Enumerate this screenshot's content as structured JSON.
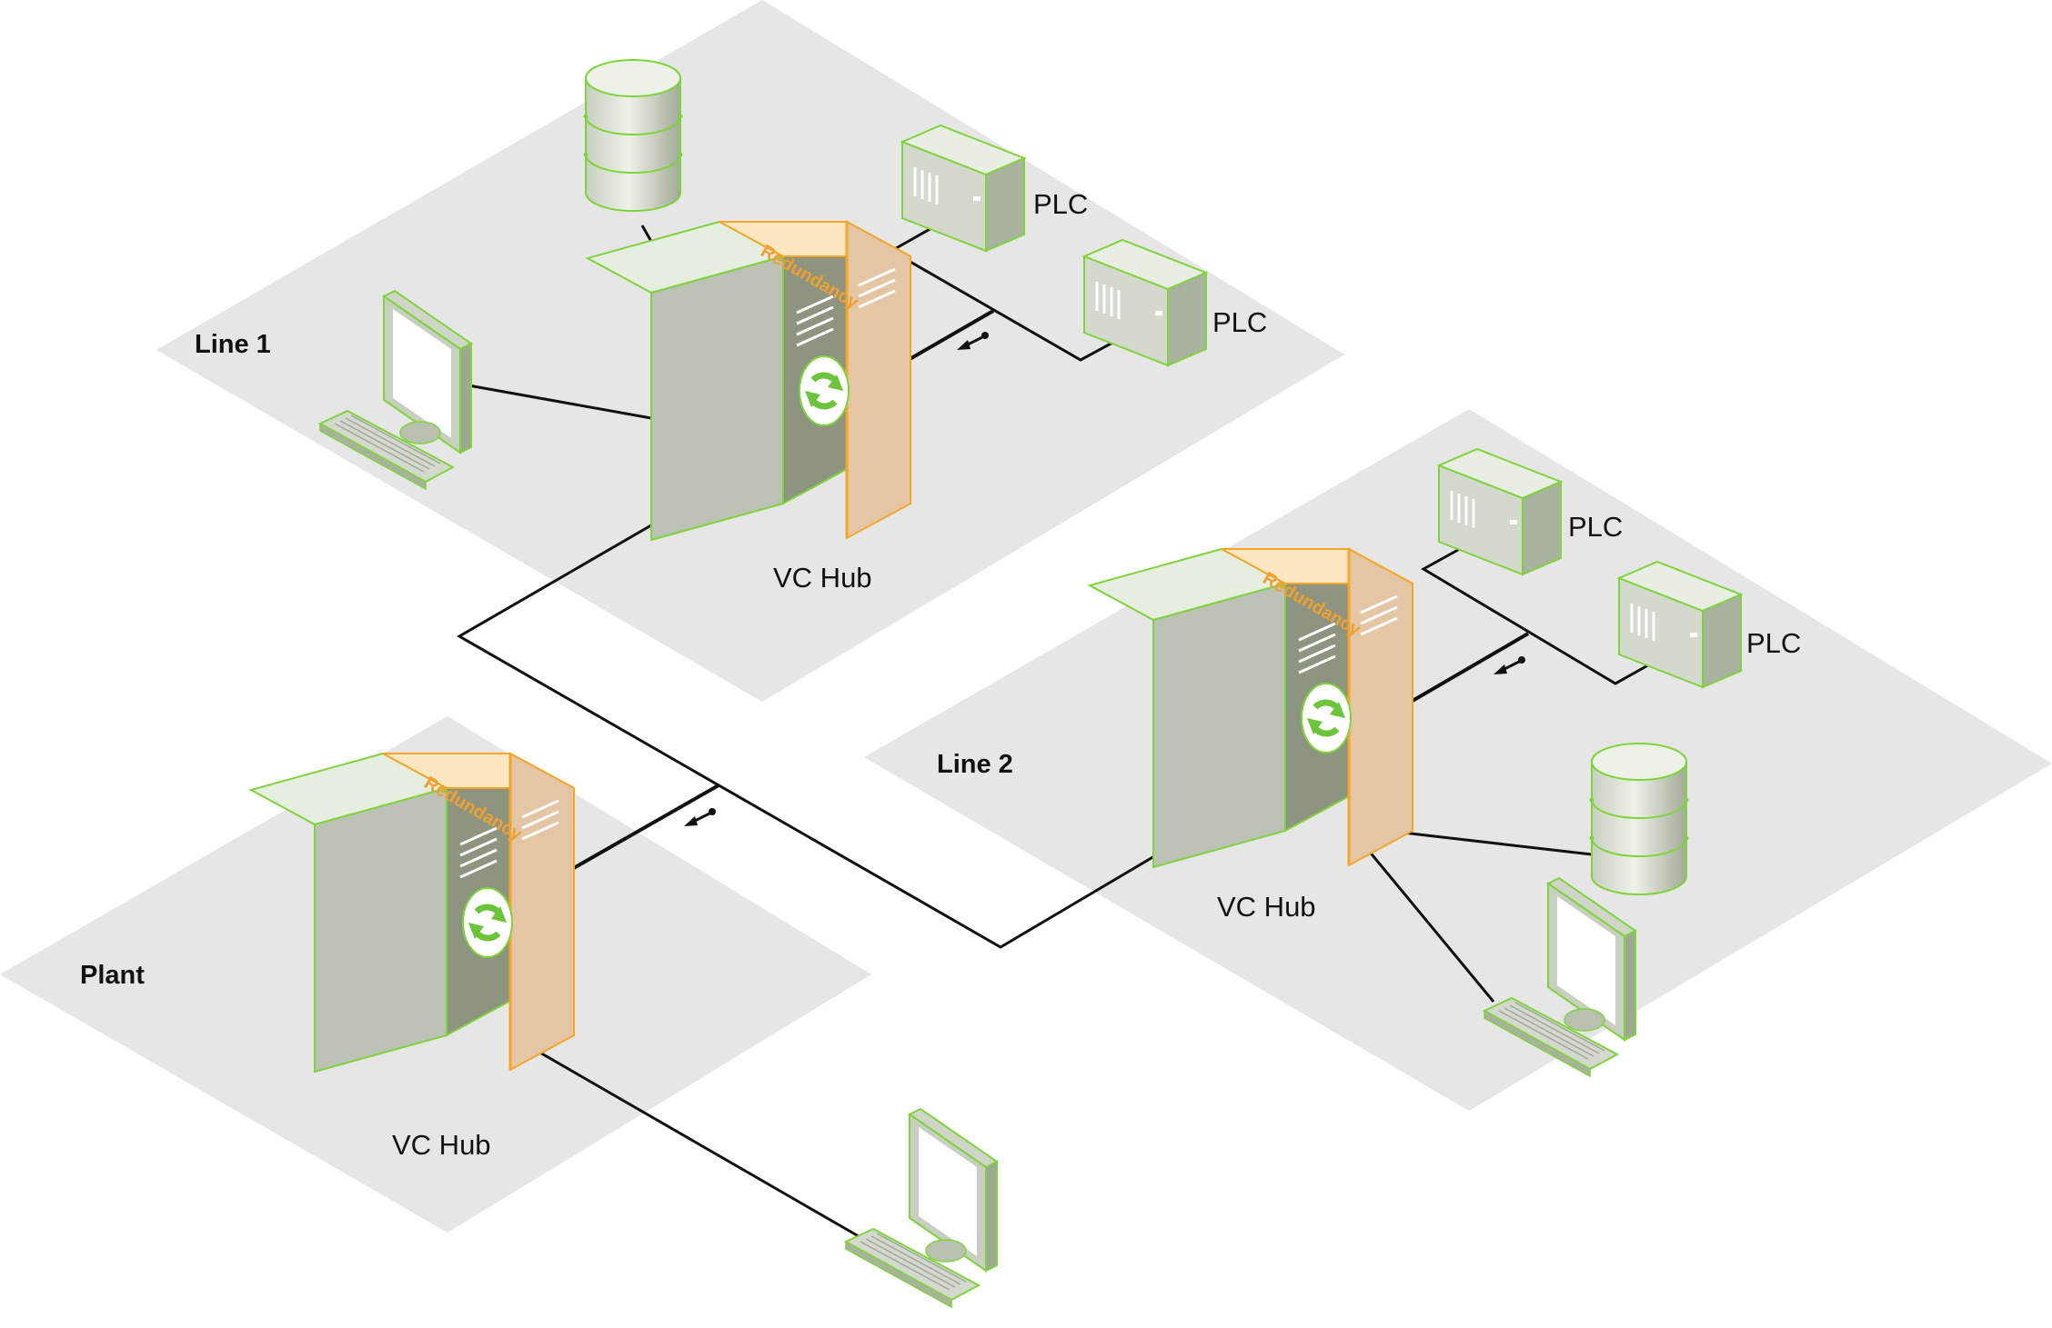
{
  "zones": [
    {
      "id": "line1",
      "label": "Line 1"
    },
    {
      "id": "line2",
      "label": "Line 2"
    },
    {
      "id": "plant",
      "label": "Plant"
    }
  ],
  "hubs": [
    {
      "id": "hub1",
      "label": "VC Hub",
      "redundancy_label": "Redundancy"
    },
    {
      "id": "hub2",
      "label": "VC Hub",
      "redundancy_label": "Redundancy"
    },
    {
      "id": "hubp",
      "label": "VC Hub",
      "redundancy_label": "Redundancy"
    }
  ],
  "plcs": [
    {
      "id": "plc1a",
      "label": "PLC"
    },
    {
      "id": "plc1b",
      "label": "PLC"
    },
    {
      "id": "plc2a",
      "label": "PLC"
    },
    {
      "id": "plc2b",
      "label": "PLC"
    }
  ],
  "icons": {
    "server": "server-icon",
    "sync": "sync-icon",
    "database": "database-icon",
    "plc": "plc-icon",
    "workstation": "workstation-icon"
  },
  "colors": {
    "zone_fill": "#e6e6e6",
    "device_outline": "#7fd33c",
    "device_body": "#bcc2b6",
    "device_dark": "#8d9580",
    "device_top": "#e6eee0",
    "redundancy_top": "#fde7c2",
    "redundancy_side": "#e4c6a5",
    "redundancy_outline": "#f5a628",
    "link": "#111111"
  }
}
